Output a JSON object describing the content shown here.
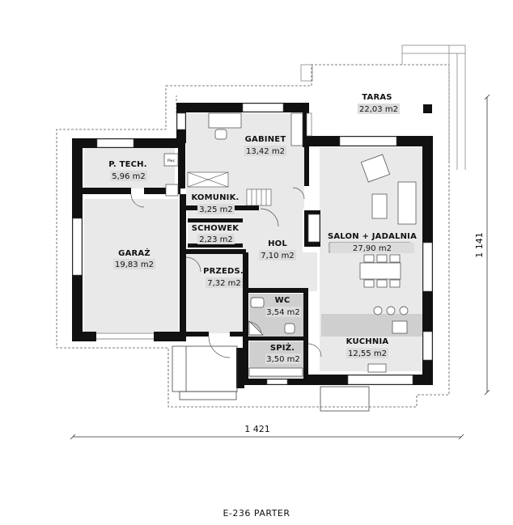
{
  "caption": "E-236 PARTER",
  "dimensions": {
    "width": "1 421",
    "height": "1 141"
  },
  "rooms": {
    "taras": {
      "name": "TARAS",
      "area": "22,03 m2"
    },
    "gabinet": {
      "name": "GABINET",
      "area": "13,42 m2"
    },
    "ptech": {
      "name": "P. TECH.",
      "area": "5,96 m2",
      "fixture": "Piec"
    },
    "komunik": {
      "name": "KOMUNIK.",
      "area": "3,25 m2"
    },
    "schowek": {
      "name": "SCHOWEK",
      "area": "2,23 m2"
    },
    "garaz": {
      "name": "GARAŻ",
      "area": "19,83 m2"
    },
    "hol": {
      "name": "HOL",
      "area": "7,10 m2"
    },
    "salon": {
      "name": "SALON + JADALNIA",
      "area": "27,90 m2"
    },
    "przeds": {
      "name": "PRZEDS.",
      "area": "7,32 m2"
    },
    "wc": {
      "name": "WC",
      "area": "3,54 m2"
    },
    "spiz": {
      "name": "SPIŻ.",
      "area": "3,50 m2"
    },
    "kuchnia": {
      "name": "KUCHNIA",
      "area": "12,55 m2"
    }
  }
}
